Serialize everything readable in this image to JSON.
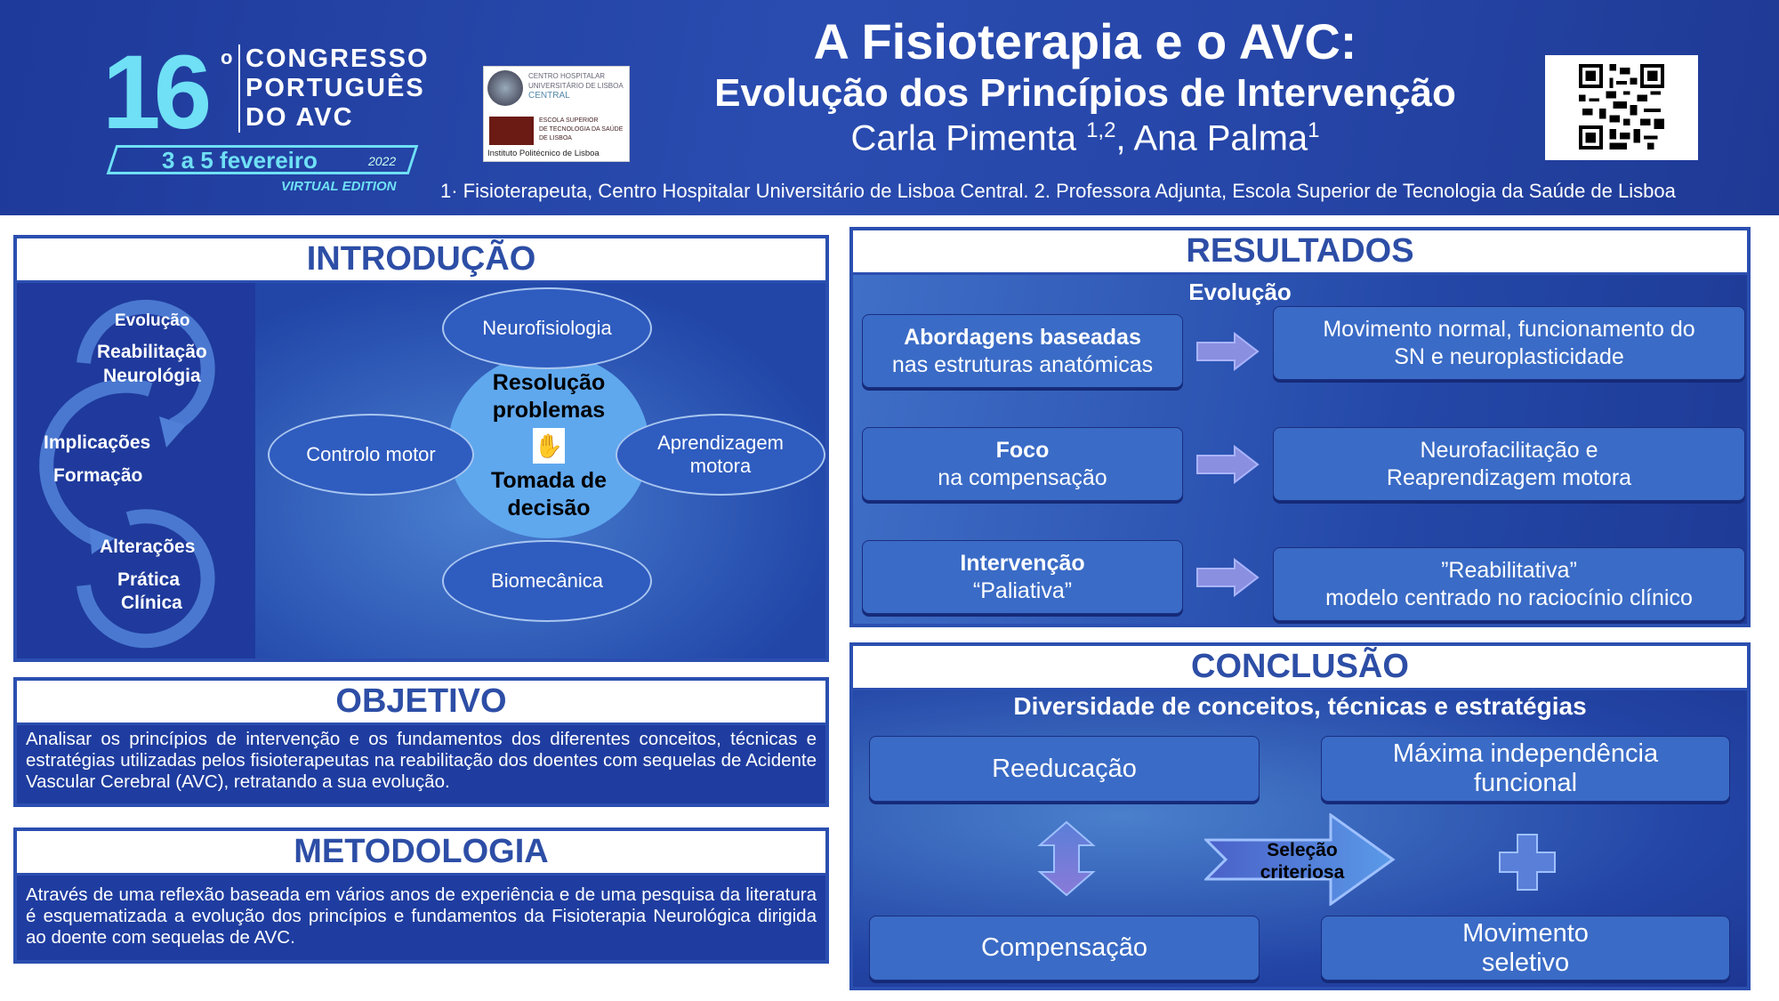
{
  "header": {
    "logo": {
      "number": "16",
      "degree": "o",
      "lines": [
        "CONGRESSO",
        "PORTUGUÊS",
        "DO AVC"
      ],
      "dates": "3 a 5 fevereiro",
      "year": "2022",
      "edition": "VIRTUAL EDITION"
    },
    "institutions": {
      "chulc": [
        "CENTRO HOSPITALAR",
        "UNIVERSITÁRIO DE LISBOA",
        "CENTRAL"
      ],
      "estesl": [
        "ESCOLA SUPERIOR",
        "DE TECNOLOGIA DA SAÚDE",
        "DE LISBOA"
      ],
      "ipl": "Instituto Politécnico de Lisboa"
    },
    "title": "A Fisioterapia e o AVC:",
    "subtitle": "Evolução dos Princípios de Intervenção",
    "authors": {
      "a1": "Carla Pimenta",
      "a1_sup": "1,2",
      "sep": ", ",
      "a2": "Ana Palma",
      "a2_sup": "1"
    },
    "affiliations": "1· Fisioterapeuta, Centro Hospitalar Universitário de Lisboa Central. 2. Professora Adjunta, Escola Superior de Tecnologia da Saúde de Lisboa"
  },
  "introducao": {
    "title": "INTRODUÇÃO",
    "cycle": [
      "Evolução",
      "Reabilitação",
      "Neurológia",
      "Implicações",
      "Formação",
      "Alterações",
      "Prática",
      "Clínica"
    ],
    "center": {
      "top": "Resolução problemas",
      "bottom": "Tomada de decisão"
    },
    "nodes": {
      "top": "Neurofisiologia",
      "left": "Controlo motor",
      "right": "Aprendizagem motora",
      "bottom": "Biomecânica"
    }
  },
  "objetivo": {
    "title": "OBJETIVO",
    "text": "Analisar os princípios de intervenção e os fundamentos dos diferentes conceitos, técnicas e estratégias utilizadas pelos fisioterapeutas na reabilitação dos doentes com sequelas de Acidente Vascular Cerebral (AVC), retratando a sua evolução."
  },
  "metodologia": {
    "title": "METODOLOGIA",
    "text": "Através de uma reflexão baseada em vários anos de experiência e de uma pesquisa da literatura é esquematizada a evolução dos princípios e fundamentos da Fisioterapia Neurológica dirigida ao doente com sequelas de AVC."
  },
  "resultados": {
    "title": "RESULTADOS",
    "subtitle": "Evolução",
    "rows": [
      {
        "from_bold": "Abordagens baseadas",
        "from": "nas estruturas anatómicas",
        "to1": "Movimento normal, funcionamento do",
        "to2": "SN e neuroplasticidade"
      },
      {
        "from_bold": "Foco",
        "from": "na compensação",
        "to1": "Neurofacilitação e",
        "to2": "Reaprendizagem motora"
      },
      {
        "from_bold": "Intervenção",
        "from": "“Paliativa”",
        "to1": "”Reabilitativa”",
        "to2": "modelo centrado no raciocínio clínico"
      }
    ]
  },
  "conclusao": {
    "title": "CONCLUSÃO",
    "subtitle": "Diversidade de conceitos, técnicas e estratégias",
    "reeducacao": "Reeducação",
    "compensacao": "Compensação",
    "maxima1": "Máxima independência",
    "maxima2": "funcional",
    "movimento1": "Movimento",
    "movimento2": "seletivo",
    "selecao1": "Seleção",
    "selecao2": "criteriosa"
  }
}
